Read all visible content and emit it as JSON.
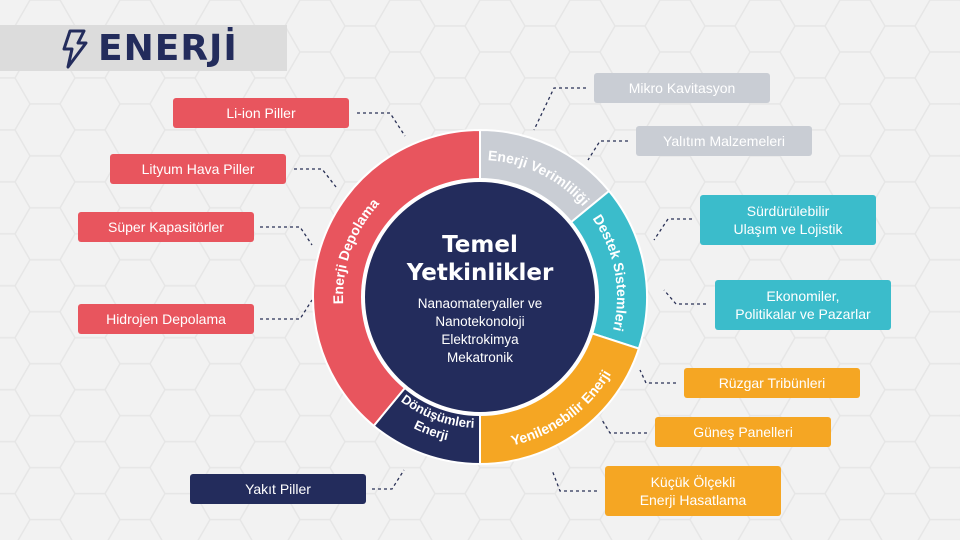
{
  "header": {
    "title": "ENERJİ",
    "icon": "lightning-icon"
  },
  "center": {
    "title_line1": "Temel",
    "title_line2": "Yetkinlikler",
    "lines": [
      "Nanaomateryaller ve",
      "Nanotekonoloji",
      "Elektrokimya",
      "Mekatronik"
    ]
  },
  "segments": [
    {
      "label": "Enerji Depolama",
      "color": "#e8555e"
    },
    {
      "label": "Enerji Verimliliği",
      "color": "#c9cdd4"
    },
    {
      "label": "Destek Sistemleri",
      "color": "#3bbccb"
    },
    {
      "label": "Yenilenebilir Enerji",
      "color": "#f5a623"
    },
    {
      "label_line1": "Enerji",
      "label_line2": "Dönüşümleri",
      "color": "#232c5c"
    }
  ],
  "items": {
    "depolama": [
      "Li-ion Piller",
      "Lityum Hava Piller",
      "Süper Kapasitörler",
      "Hidrojen Depolama"
    ],
    "donusum": [
      "Yakıt Piller"
    ],
    "verimlilik": [
      "Mikro Kavitasyon",
      "Yalıtım Malzemeleri"
    ],
    "destek": [
      [
        "Sürdürülebilir",
        "Ulaşım ve Lojistik"
      ],
      [
        "Ekonomiler,",
        "Politikalar ve Pazarlar"
      ]
    ],
    "yenilenebilir": [
      "Rüzgar Tribünleri",
      "Güneş Panelleri",
      [
        "Küçük Ölçekli",
        "Enerji Hasatlama"
      ]
    ]
  }
}
